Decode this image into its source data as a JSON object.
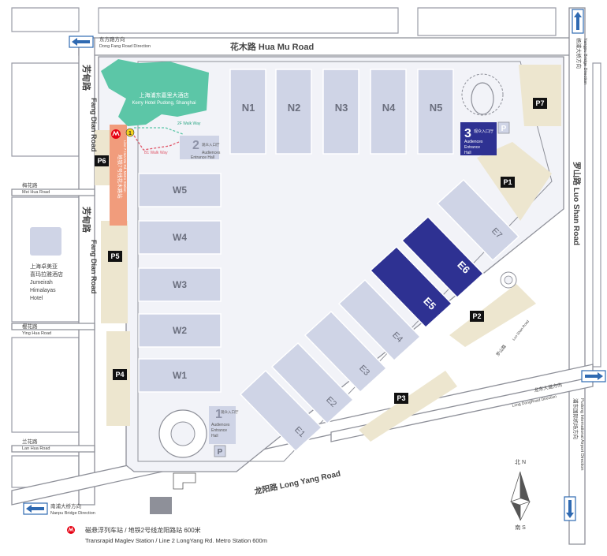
{
  "colors": {
    "hall": "#cfd4e6",
    "hall_highlight": "#2e3192",
    "hotel": "#5cc6a7",
    "metro": "#f19c7c",
    "parking": "#ede6cf",
    "road_outline": "#8e9099",
    "arrow_blue": "#2f6ab2",
    "metro_red": "#e60012"
  },
  "roads": {
    "hua_mu": "花木路 Hua Mu Road",
    "long_yang": "龙阳路 Long Yang Road",
    "fang_dian_top_cn": "芳甸路",
    "fang_dian_top_en": "Fang Dian Road",
    "fang_dian_mid_cn": "芳甸路",
    "fang_dian_mid_en": "Fang Dian Road",
    "luo_shan": "罗山路 Luo Shan Road",
    "mei_hua_cn": "梅花路",
    "mei_hua_en": "Mei Hua Road",
    "ying_hua_cn": "樱花路",
    "ying_hua_en": "Ying Hua Road",
    "lan_hua_cn": "兰花路",
    "lan_hua_en": "Lan Hua Road",
    "long_dong_cn": "龙东大道方向",
    "long_dong_en": "Long DongRoad Direction",
    "luo_shan_inner_cn": "罗山路",
    "luo_shan_inner_en": "Luo Shan Road"
  },
  "directions": {
    "dong_fang_cn": "东方路方向",
    "dong_fang_en": "Dong Fang Road Direction",
    "nanpu_cn": "南浦大桥方向",
    "nanpu_en": "Nanpu Bridge Direction",
    "yangpu_cn": "杨浦大桥方向",
    "yangpu_en": "Yangpu Bridge Direction",
    "airport_cn": "浦东国际机场方向",
    "airport_en": "Pudong International Airport Direction"
  },
  "halls": {
    "n": [
      "N1",
      "N2",
      "N3",
      "N4",
      "N5"
    ],
    "w": [
      "W5",
      "W4",
      "W3",
      "W2",
      "W1"
    ],
    "e": [
      "E1",
      "E2",
      "E3",
      "E4",
      "E5",
      "E6",
      "E7"
    ]
  },
  "parking": [
    "P1",
    "P2",
    "P3",
    "P4",
    "P5",
    "P6",
    "P7"
  ],
  "parking_symbol": "P",
  "entrances": {
    "e1_num": "1",
    "e1_cn": "观众入口厅",
    "e1_en1": "Audiences",
    "e1_en2": "Entrance",
    "e1_en3": "Hall",
    "e2_num": "2",
    "e2_cn": "观众入口厅",
    "e2_en1": "Audiences",
    "e2_en2": "Entrance Hall",
    "e3_num": "3",
    "e3_cn": "观众入口厅",
    "e3_en1": "Audiences",
    "e3_en2": "Entrance",
    "e3_en3": "Hall"
  },
  "hotels": {
    "kerry_cn": "上海浦东嘉里大酒店",
    "kerry_en": "Kerry Hotel Pudong, Shanghai",
    "jumeirah_cn1": "上海卓美亚",
    "jumeirah_cn2": "喜玛拉雅酒店",
    "jumeirah_en1": "Jumeirah",
    "jumeirah_en2": "Himalayas",
    "jumeirah_en3": "Hotel"
  },
  "walkways": {
    "b1": "B1 Walk Way",
    "f2": "2F Walk Way"
  },
  "metro": {
    "station_cn": "地铁7号线花木路站",
    "station_en": "Line 7 Hua Mu Rd. Metro Station",
    "exit_number": "1"
  },
  "compass": {
    "north": "北 N",
    "south": "南 S"
  },
  "footer": {
    "cn": "磁悬浮列车站 / 地铁2号线龙阳路站 600米",
    "en": "Transrapid Maglev Station / Line 2 LongYang Rd. Metro Station  600m"
  }
}
